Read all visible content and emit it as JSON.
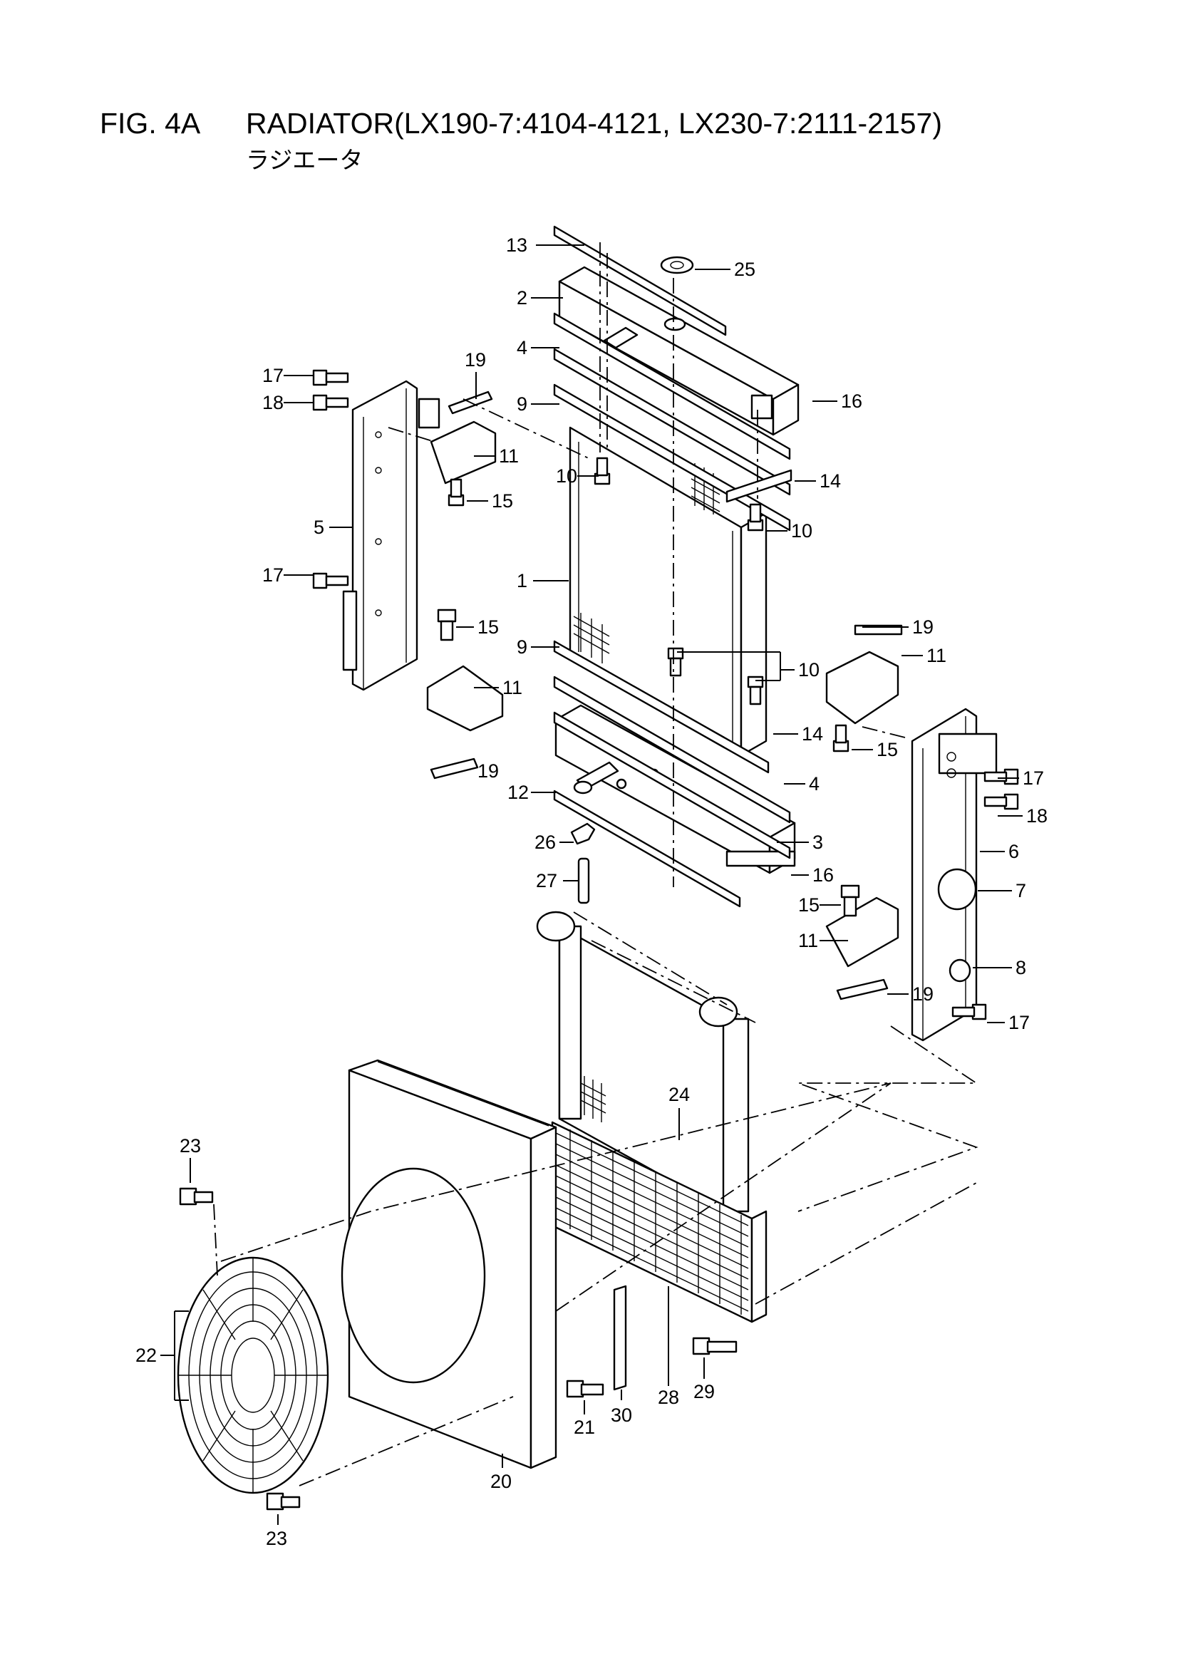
{
  "figure": {
    "number": "FIG. 4A",
    "title": "RADIATOR(LX190-7:4104-4121, LX230-7:2111-2157)",
    "subtitle_jp": "ラジエータ"
  },
  "callouts": [
    {
      "id": "c1",
      "label": "1"
    },
    {
      "id": "c2",
      "label": "2"
    },
    {
      "id": "c3",
      "label": "3"
    },
    {
      "id": "c4a",
      "label": "4"
    },
    {
      "id": "c4b",
      "label": "4"
    },
    {
      "id": "c5",
      "label": "5"
    },
    {
      "id": "c6",
      "label": "6"
    },
    {
      "id": "c7",
      "label": "7"
    },
    {
      "id": "c8",
      "label": "8"
    },
    {
      "id": "c9a",
      "label": "9"
    },
    {
      "id": "c9b",
      "label": "9"
    },
    {
      "id": "c10a",
      "label": "10"
    },
    {
      "id": "c10b",
      "label": "10"
    },
    {
      "id": "c10c",
      "label": "10"
    },
    {
      "id": "c11a",
      "label": "11"
    },
    {
      "id": "c11b",
      "label": "11"
    },
    {
      "id": "c11c",
      "label": "11"
    },
    {
      "id": "c11d",
      "label": "11"
    },
    {
      "id": "c12",
      "label": "12"
    },
    {
      "id": "c13",
      "label": "13"
    },
    {
      "id": "c14a",
      "label": "14"
    },
    {
      "id": "c14b",
      "label": "14"
    },
    {
      "id": "c15a",
      "label": "15"
    },
    {
      "id": "c15b",
      "label": "15"
    },
    {
      "id": "c15c",
      "label": "15"
    },
    {
      "id": "c15d",
      "label": "15"
    },
    {
      "id": "c16a",
      "label": "16"
    },
    {
      "id": "c16b",
      "label": "16"
    },
    {
      "id": "c17a",
      "label": "17"
    },
    {
      "id": "c17b",
      "label": "17"
    },
    {
      "id": "c17c",
      "label": "17"
    },
    {
      "id": "c17d",
      "label": "17"
    },
    {
      "id": "c18a",
      "label": "18"
    },
    {
      "id": "c18b",
      "label": "18"
    },
    {
      "id": "c19a",
      "label": "19"
    },
    {
      "id": "c19b",
      "label": "19"
    },
    {
      "id": "c19c",
      "label": "19"
    },
    {
      "id": "c19d",
      "label": "19"
    },
    {
      "id": "c20",
      "label": "20"
    },
    {
      "id": "c21",
      "label": "21"
    },
    {
      "id": "c22",
      "label": "22"
    },
    {
      "id": "c23a",
      "label": "23"
    },
    {
      "id": "c23b",
      "label": "23"
    },
    {
      "id": "c24",
      "label": "24"
    },
    {
      "id": "c25",
      "label": "25"
    },
    {
      "id": "c26",
      "label": "26"
    },
    {
      "id": "c27",
      "label": "27"
    },
    {
      "id": "c28",
      "label": "28"
    },
    {
      "id": "c29",
      "label": "29"
    },
    {
      "id": "c30",
      "label": "30"
    }
  ]
}
